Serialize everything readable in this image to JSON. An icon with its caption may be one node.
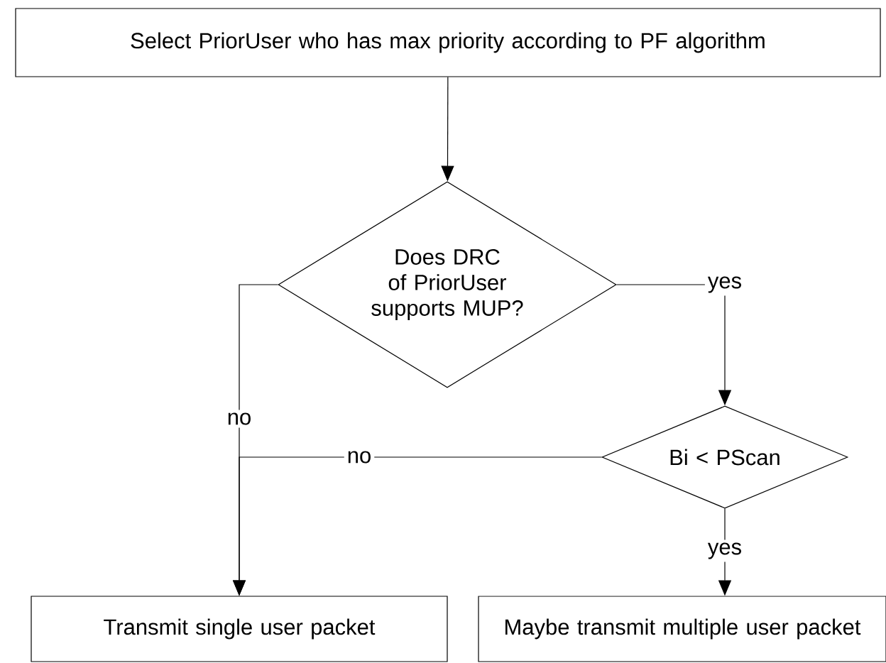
{
  "diagram": {
    "nodes": [
      {
        "text": [
          "Select PriorUser who has max priority according to PF algorithm"
        ]
      },
      {
        "text": [
          "Does DRC of PriorUser supports MUP?"
        ]
      },
      {
        "text": [
          "Bi < PScan"
        ]
      },
      {
        "text": [
          "Transmit single user packet"
        ]
      },
      {
        "text": [
          "Maybe transmit multiple user packet"
        ]
      }
    ],
    "edges": [
      {
        "from": 0,
        "to": 1,
        "arrow": "to"
      },
      {
        "from": 1,
        "to": 3,
        "arrow": "to",
        "label": "no"
      },
      {
        "from": 1,
        "to": 2,
        "arrow": "to",
        "label": "yes"
      },
      {
        "from": 2,
        "to": 3,
        "arrow": "to",
        "label": "no"
      },
      {
        "from": 2,
        "to": 4,
        "arrow": "to",
        "label": "yes"
      }
    ]
  }
}
